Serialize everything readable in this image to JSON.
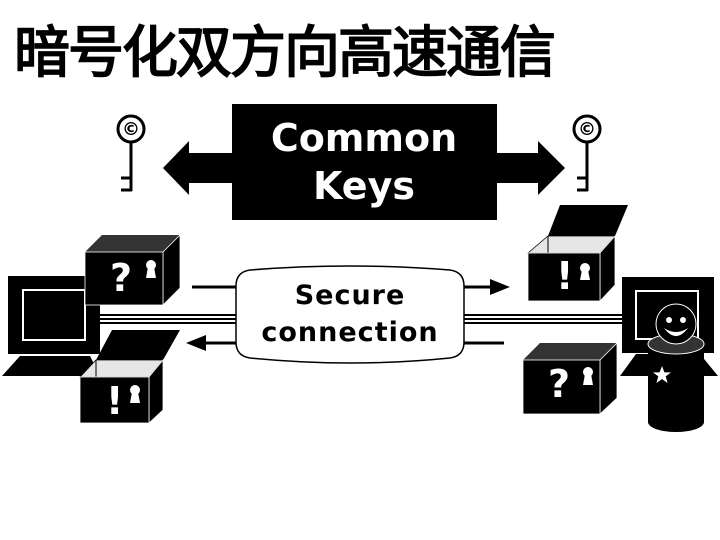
{
  "title": "暗号化双方向高速通信",
  "common_keys": {
    "line1": "Common",
    "line2": "Keys"
  },
  "secure_connection": {
    "line1": "Secure",
    "line2": "connection"
  },
  "key_symbol": "©",
  "boxes": {
    "sender_outgoing": "?",
    "sender_incoming": "!",
    "receiver_incoming": "!",
    "receiver_outgoing": "?"
  },
  "icons": {
    "left_key": "key-icon",
    "right_key": "key-icon",
    "lock": "keyhole-icon",
    "person": "smiley-person-icon",
    "star": "star-icon",
    "computer": "computer-icon"
  },
  "colors": {
    "ink": "#000000",
    "paper": "#ffffff",
    "box_top": "#333333",
    "box_inner": "#e6e6e6"
  }
}
